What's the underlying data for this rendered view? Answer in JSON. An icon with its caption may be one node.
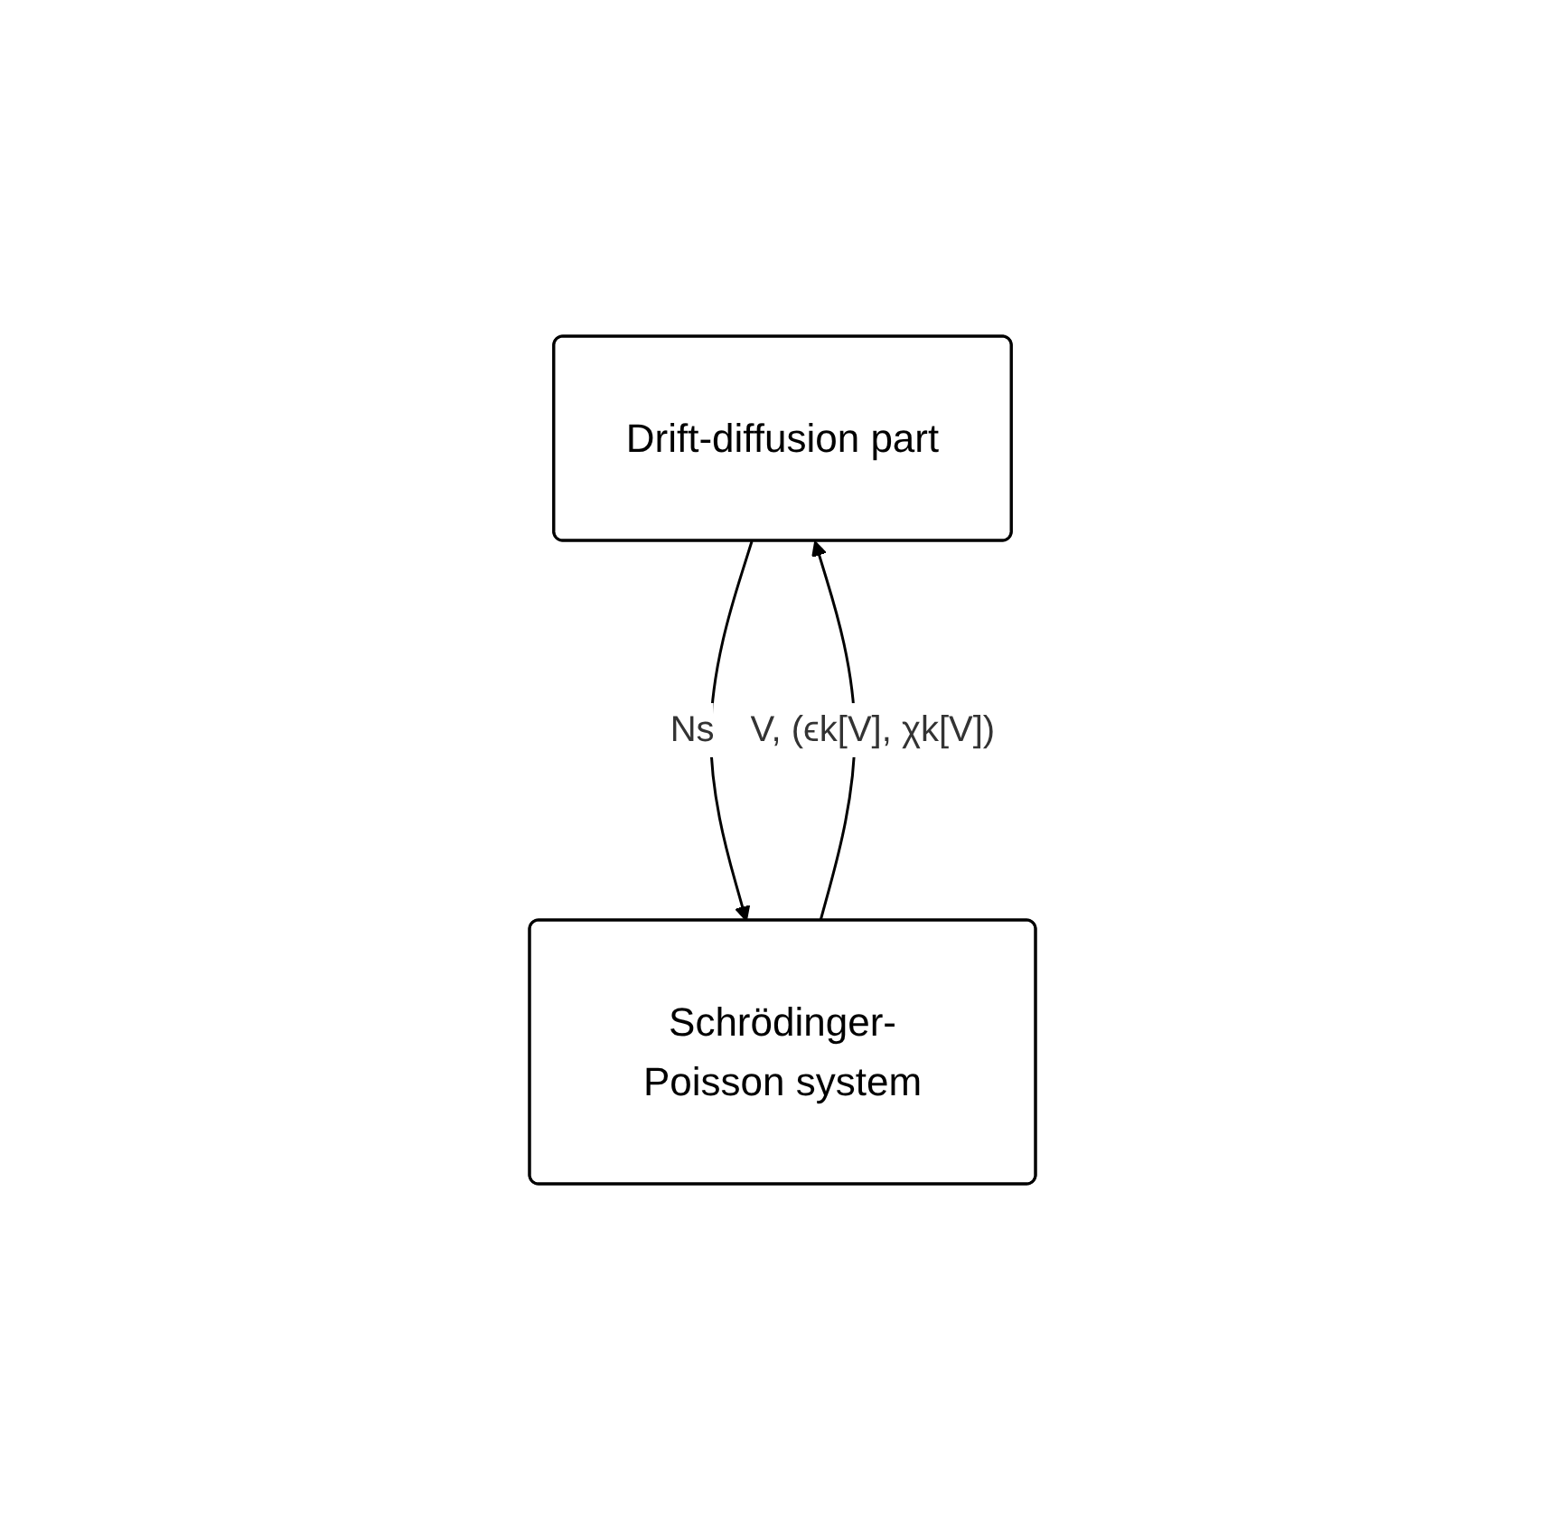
{
  "diagram": {
    "nodes": [
      {
        "text": [
          "Drift-diffusion part"
        ]
      },
      {
        "text": [
          "Schrödinger-Poisson system"
        ]
      }
    ],
    "edges": [
      {
        "from": 1,
        "to": 0,
        "arrow": "to",
        "label": "V, (ϵk[V], χk[V])"
      },
      {
        "from": 0,
        "to": 1,
        "arrow": "to",
        "label": "Ns"
      }
    ]
  }
}
